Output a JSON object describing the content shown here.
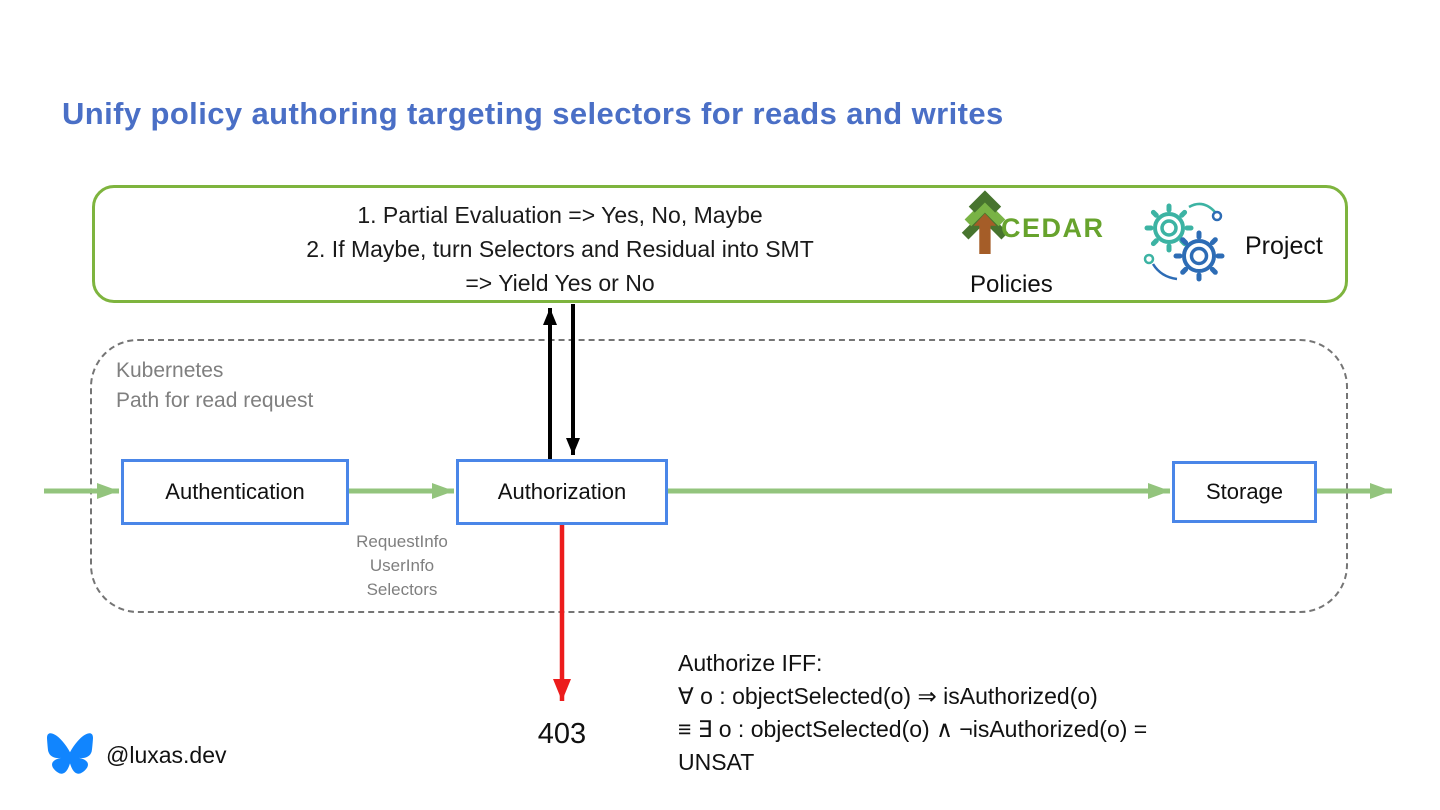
{
  "title": "Unify policy authoring targeting selectors for reads and writes",
  "smt_box": {
    "lines": [
      "1. Partial Evaluation => Yes, No, Maybe",
      "2. If Maybe, turn Selectors and Residual into SMT",
      "=> Yield Yes or No"
    ],
    "cedar_wordmark": "CEDAR",
    "policies_label": "Policies",
    "project_label": "Project"
  },
  "cluster": {
    "label_line1": "Kubernetes",
    "label_line2": "Path for read request"
  },
  "flow": {
    "authentication_label": "Authentication",
    "authorization_label": "Authorization",
    "storage_label": "Storage",
    "request_labels": [
      "RequestInfo",
      "UserInfo",
      "Selectors"
    ],
    "deny_code": "403"
  },
  "formula": {
    "lines": [
      "Authorize IFF:",
      "∀ o : objectSelected(o) ⇒ isAuthorized(o)",
      "≡ ∃ o : objectSelected(o) ∧ ¬isAuthorized(o) =",
      "UNSAT"
    ]
  },
  "footer": {
    "handle": "@luxas.dev"
  },
  "colors": {
    "title_blue": "#4a6fc6",
    "box_border_blue": "#4a86e8",
    "smt_border_green": "#7eb43e",
    "flow_arrow_green": "#93c47d",
    "deny_arrow_red": "#ec1c1c",
    "signal_arrow_black": "#000000",
    "muted_gray": "#7f7f7f",
    "cedar_green": "#67a32d",
    "bluesky_blue": "#1185fe"
  }
}
